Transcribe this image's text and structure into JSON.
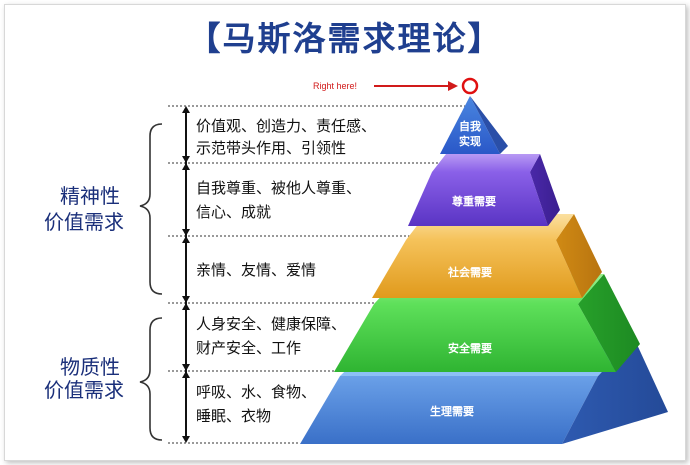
{
  "title": "【马斯洛需求理论】",
  "annotation": "Right here!",
  "colors": {
    "title": "#1f3f8f",
    "annotation": "#d11a1a",
    "level1": "#2f5fd0",
    "level2": "#35c43a",
    "level3": "#e8a020",
    "level4": "#6a3fd0",
    "level5": "#3f78c8"
  },
  "groups": {
    "spiritual": [
      "精神性",
      "价值需求"
    ],
    "material": [
      "物质性",
      "价值需求"
    ]
  },
  "descriptions": [
    [
      "价值观、创造力、责任感、",
      "示范带头作用、引领性"
    ],
    [
      "自我尊重、被他人尊重、",
      "信心、成就"
    ],
    [
      "亲情、友情、爱情"
    ],
    [
      "人身安全、健康保障、",
      "财产安全、工作"
    ],
    [
      "呼吸、水、食物、",
      "睡眠、衣物"
    ]
  ],
  "pyramid": {
    "levels": [
      [
        "自我",
        "实现"
      ],
      [
        "尊重需要"
      ],
      [
        "社会需要"
      ],
      [
        "安全需要"
      ],
      [
        "生理需要"
      ]
    ]
  }
}
